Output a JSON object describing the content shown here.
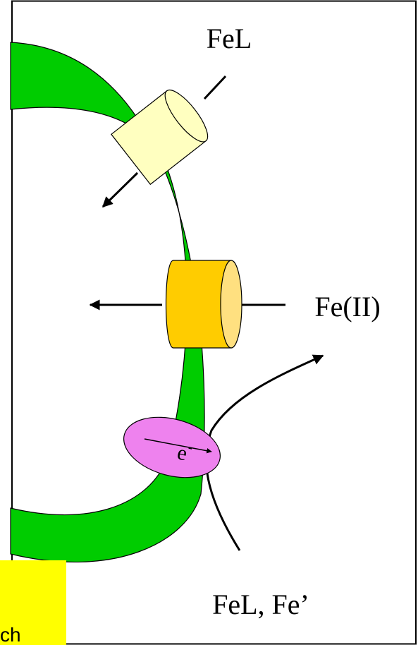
{
  "labels": {
    "top": "FeL",
    "middle": "Fe(II)",
    "bottom": "FeL, Fe’",
    "electron": "e",
    "electron_sup": "-"
  },
  "note": {
    "text": "ch"
  },
  "colors": {
    "membrane": "#00cc00",
    "transporter_top": "#ffffc0",
    "transporter_mid": "#ffcc00",
    "transporter_mid_cap": "#ffe080",
    "reductase": "#ee82ee",
    "note_bg": "#ffff00"
  }
}
